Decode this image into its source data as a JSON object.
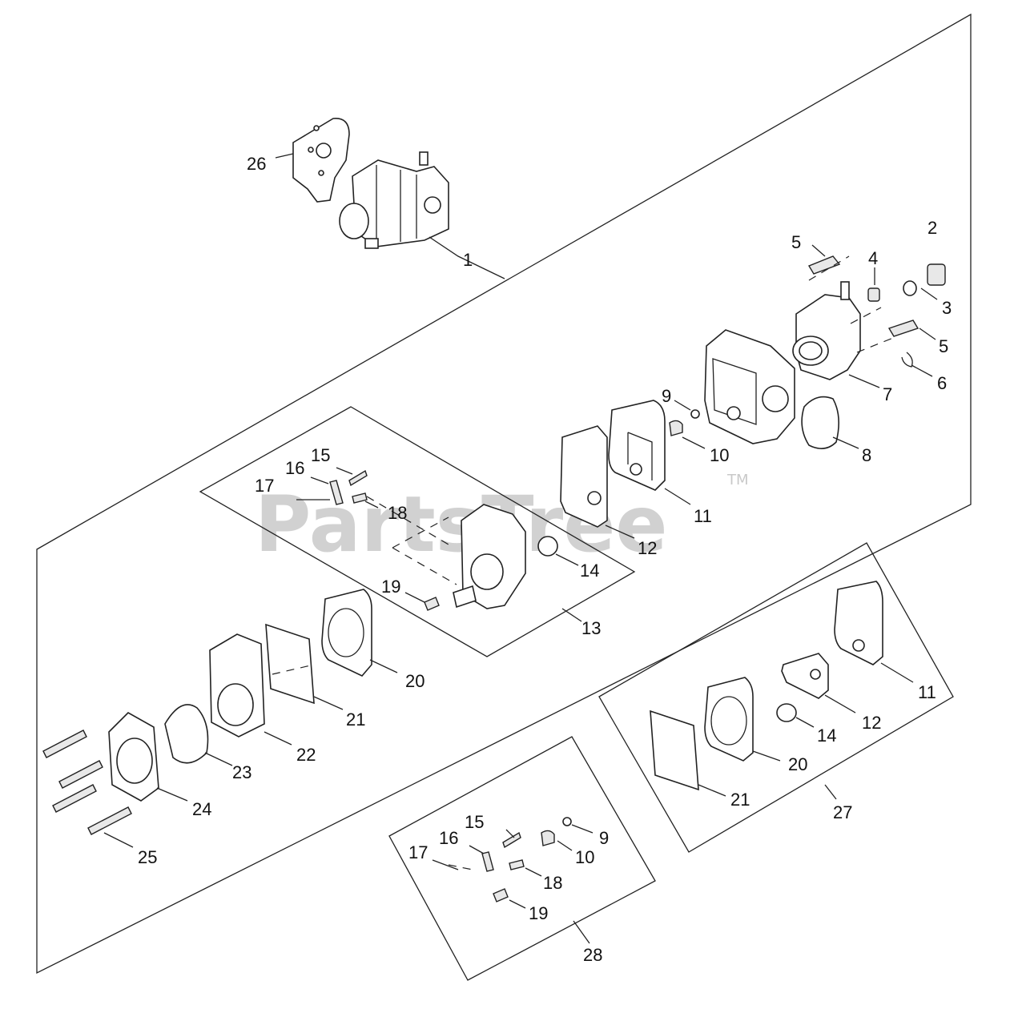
{
  "watermark": {
    "text": "PartsTree",
    "trademark": "TM"
  },
  "callouts": {
    "c1": "1",
    "c2": "2",
    "c3": "3",
    "c4": "4",
    "c5a": "5",
    "c5b": "5",
    "c6": "6",
    "c7": "7",
    "c8": "8",
    "c9a": "9",
    "c10a": "10",
    "c11a": "11",
    "c12a": "12",
    "c13": "13",
    "c14a": "14",
    "c15a": "15",
    "c16a": "16",
    "c17a": "17",
    "c18a": "18",
    "c19a": "19",
    "c20a": "20",
    "c21a": "21",
    "c22": "22",
    "c23": "23",
    "c24": "24",
    "c25": "25",
    "c26": "26",
    "c27": "27",
    "c11b": "11",
    "c12b": "12",
    "c14b": "14",
    "c20b": "20",
    "c21b": "21",
    "c28": "28",
    "c15b": "15",
    "c16b": "16",
    "c17b": "17",
    "c18b": "18",
    "c19b": "19",
    "c9b": "9",
    "c10b": "10"
  }
}
